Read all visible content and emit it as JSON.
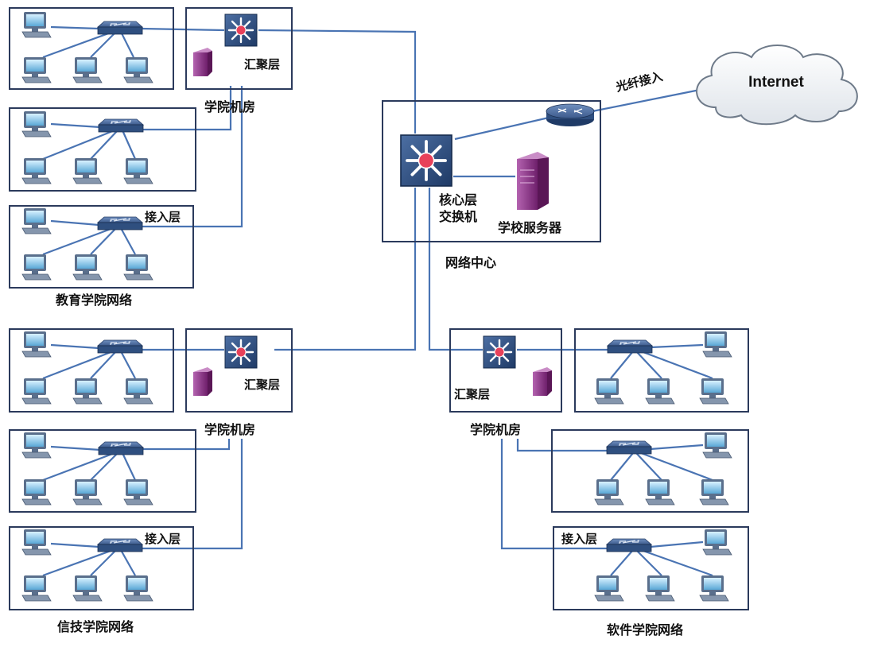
{
  "labels": {
    "internet": "Internet",
    "fiber_access": "光纤接入",
    "core_switch_line1": "核心层",
    "core_switch_line2": "交换机",
    "school_server": "学校服务器",
    "network_center": "网络中心",
    "aggregation_layer": "汇聚层",
    "college_machine_room": "学院机房",
    "access_layer": "接入层",
    "education_college_network": "教育学院网络",
    "infotech_college_network": "信技学院网络",
    "software_college_network": "软件学院网络"
  },
  "colors": {
    "link": "#4a74b3",
    "box_border": "#2b3a5c",
    "switch_body": "#2f4f7f",
    "server": "#8a2f86",
    "pc_screen": "#7fc1e6",
    "cloud_fill": "#f2f4f7"
  },
  "icons": [
    "pc-icon",
    "switch-icon",
    "core-switch-icon",
    "router-icon",
    "server-icon",
    "cloud-icon"
  ]
}
